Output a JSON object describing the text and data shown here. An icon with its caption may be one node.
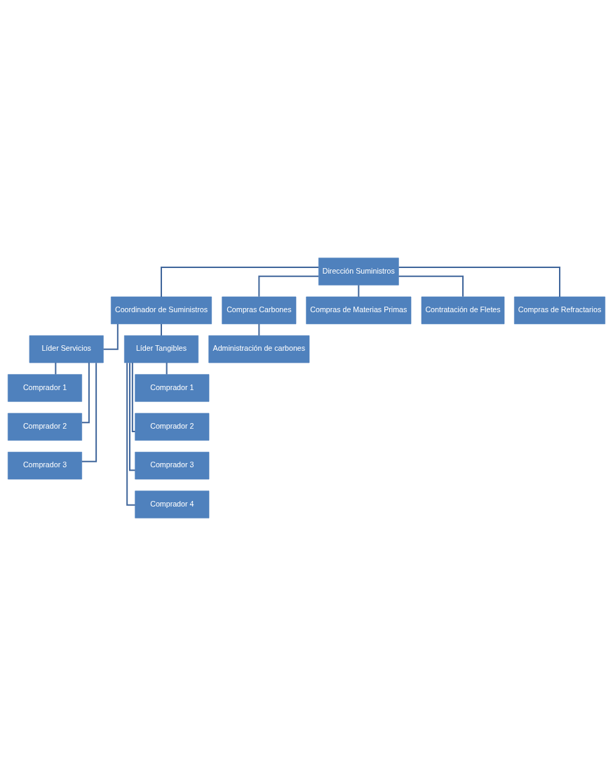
{
  "diagram": {
    "nodes": [
      {
        "text": [
          "Dirección Suministros"
        ]
      },
      {
        "text": [
          "Coordinador de Suministros"
        ]
      },
      {
        "text": [
          "Líder Servicios"
        ]
      },
      {
        "text": [
          "Líder Tangibles"
        ]
      },
      {
        "text": [
          "Comprador 1"
        ]
      },
      {
        "text": [
          "Comprador 2"
        ]
      },
      {
        "text": [
          "Comprador 3"
        ]
      },
      {
        "text": [
          "Comprador 1"
        ]
      },
      {
        "text": [
          "Comprador 2"
        ]
      },
      {
        "text": [
          "Comprador 3"
        ]
      },
      {
        "text": [
          "Comprador 4"
        ]
      },
      {
        "text": [
          "Compras Carbones"
        ]
      },
      {
        "text": [
          "Compras de Materias Primas"
        ]
      },
      {
        "text": [
          "Contratación de Fletes"
        ]
      },
      {
        "text": [
          "Compras de Refractarios"
        ]
      },
      {
        "text": [
          "Administración de carbones"
        ]
      }
    ],
    "edges": [
      {
        "from": 0,
        "to": 1,
        "arrow": "none"
      },
      {
        "from": 1,
        "to": 2,
        "arrow": "none"
      },
      {
        "from": 1,
        "to": 3,
        "arrow": "none"
      },
      {
        "from": 2,
        "to": 4,
        "arrow": "none"
      },
      {
        "from": 2,
        "to": 5,
        "arrow": "none"
      },
      {
        "from": 2,
        "to": 6,
        "arrow": "none"
      },
      {
        "from": 3,
        "to": 7,
        "arrow": "none"
      },
      {
        "from": 3,
        "to": 8,
        "arrow": "none"
      },
      {
        "from": 3,
        "to": 9,
        "arrow": "none"
      },
      {
        "from": 3,
        "to": 10,
        "arrow": "none"
      },
      {
        "from": 0,
        "to": 11,
        "arrow": "none"
      },
      {
        "from": 0,
        "to": 12,
        "arrow": "none"
      },
      {
        "from": 0,
        "to": 13,
        "arrow": "none"
      },
      {
        "from": 0,
        "to": 14,
        "arrow": "none"
      },
      {
        "from": 11,
        "to": 15,
        "arrow": "none"
      }
    ]
  }
}
